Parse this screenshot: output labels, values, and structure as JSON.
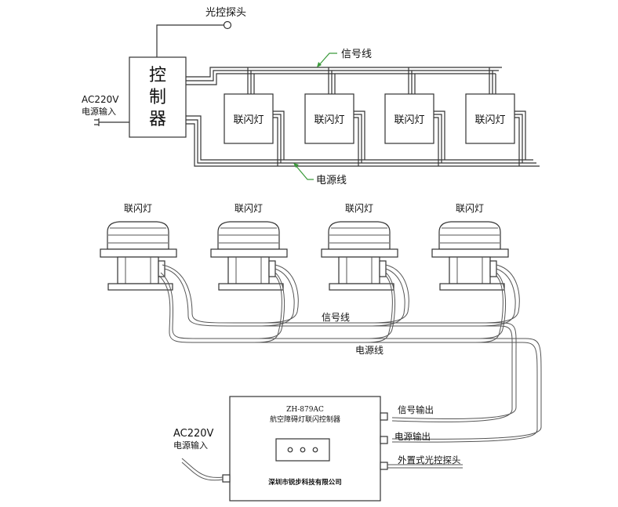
{
  "top": {
    "sensor_label": "光控探头",
    "controller_chars": [
      "控",
      "制",
      "器"
    ],
    "ac_label": "AC220V",
    "ac_sublabel": "电源输入",
    "signal_label": "信号线",
    "power_label": "电源线",
    "lamp_label": "联闪灯",
    "lamp_count": 4
  },
  "bottom": {
    "lamp_label": "联闪灯",
    "lamp_count": 4,
    "signal_label": "信号线",
    "power_label": "电源线",
    "ac_label": "AC220V",
    "ac_sublabel": "电源输入",
    "controller": {
      "model": "ZH-879AC",
      "name": "航空障碍灯联闪控制器",
      "company": "深圳市锐步科技有限公司",
      "outputs": [
        "信号输出",
        "电源输出",
        "外置式光控探头"
      ]
    }
  },
  "colors": {
    "line": "#333333",
    "accent_arrow": "#3a9a3a"
  }
}
